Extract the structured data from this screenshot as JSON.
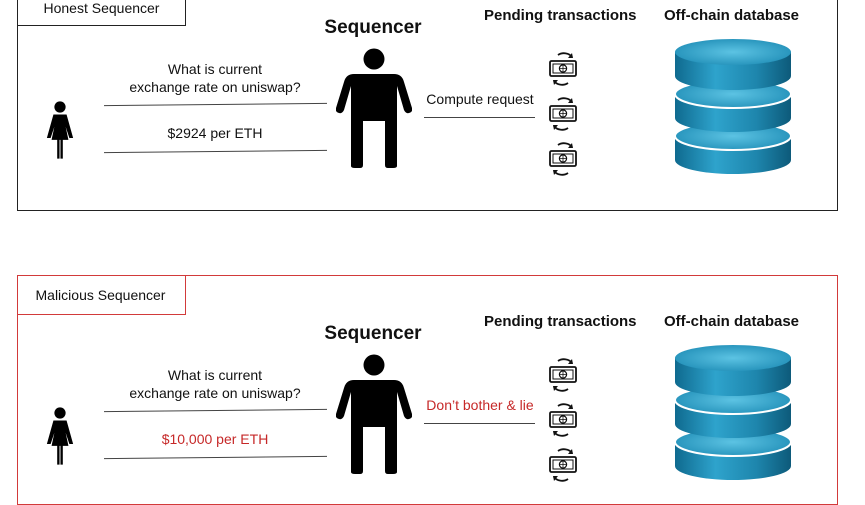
{
  "honest": {
    "tag": "Honest Sequencer",
    "sequencer_label": "Sequencer",
    "pending_label": "Pending transactions",
    "db_label": "Off-chain database",
    "question_line1": "What is current",
    "question_line2": "exchange rate on uniswap?",
    "answer": "$2924 per ETH",
    "action": "Compute request"
  },
  "malicious": {
    "tag": "Malicious Sequencer",
    "sequencer_label": "Sequencer",
    "pending_label": "Pending transactions",
    "db_label": "Off-chain database",
    "question_line1": "What is current",
    "question_line2": "exchange rate on uniswap?",
    "answer": "$10,000 per ETH",
    "action": "Don’t bother & lie"
  },
  "colors": {
    "honest_border": "#222222",
    "malicious_border": "#d23a3a",
    "malicious_text": "#c62828",
    "db_top": "#3aa6c9",
    "db_body": "#1e7fa6"
  },
  "icons": {
    "user": "woman-icon",
    "sequencer": "person-icon",
    "transaction": "money-exchange-icon",
    "database": "database-icon"
  }
}
